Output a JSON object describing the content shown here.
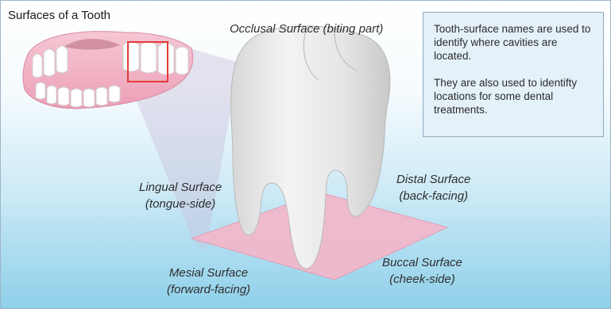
{
  "title": "Surfaces of a Tooth",
  "labels": {
    "occlusal": "Occlusal Surface (biting part)",
    "lingual_name": "Lingual Surface",
    "lingual_desc": "(tongue-side)",
    "distal_name": "Distal Surface",
    "distal_desc": "(back-facing)",
    "mesial_name": "Mesial Surface",
    "mesial_desc": "(forward-facing)",
    "buccal_name": "Buccal Surface",
    "buccal_desc": "(cheek-side)"
  },
  "info": {
    "paragraph1": "Tooth-surface names are used to identify where cavities are located.",
    "paragraph2": "They are also used to identifty locations for some dental treatments."
  },
  "colors": {
    "background_top": "#ffffff",
    "background_bottom": "#8fd0ea",
    "tooth": "#e9e9e9",
    "gum": "#f3b6c8",
    "surface_plane": "#f1b8cc",
    "highlight_box": "#e23b3b",
    "info_box_fill": "#e4f1f8",
    "info_box_border": "#8eabc1"
  }
}
